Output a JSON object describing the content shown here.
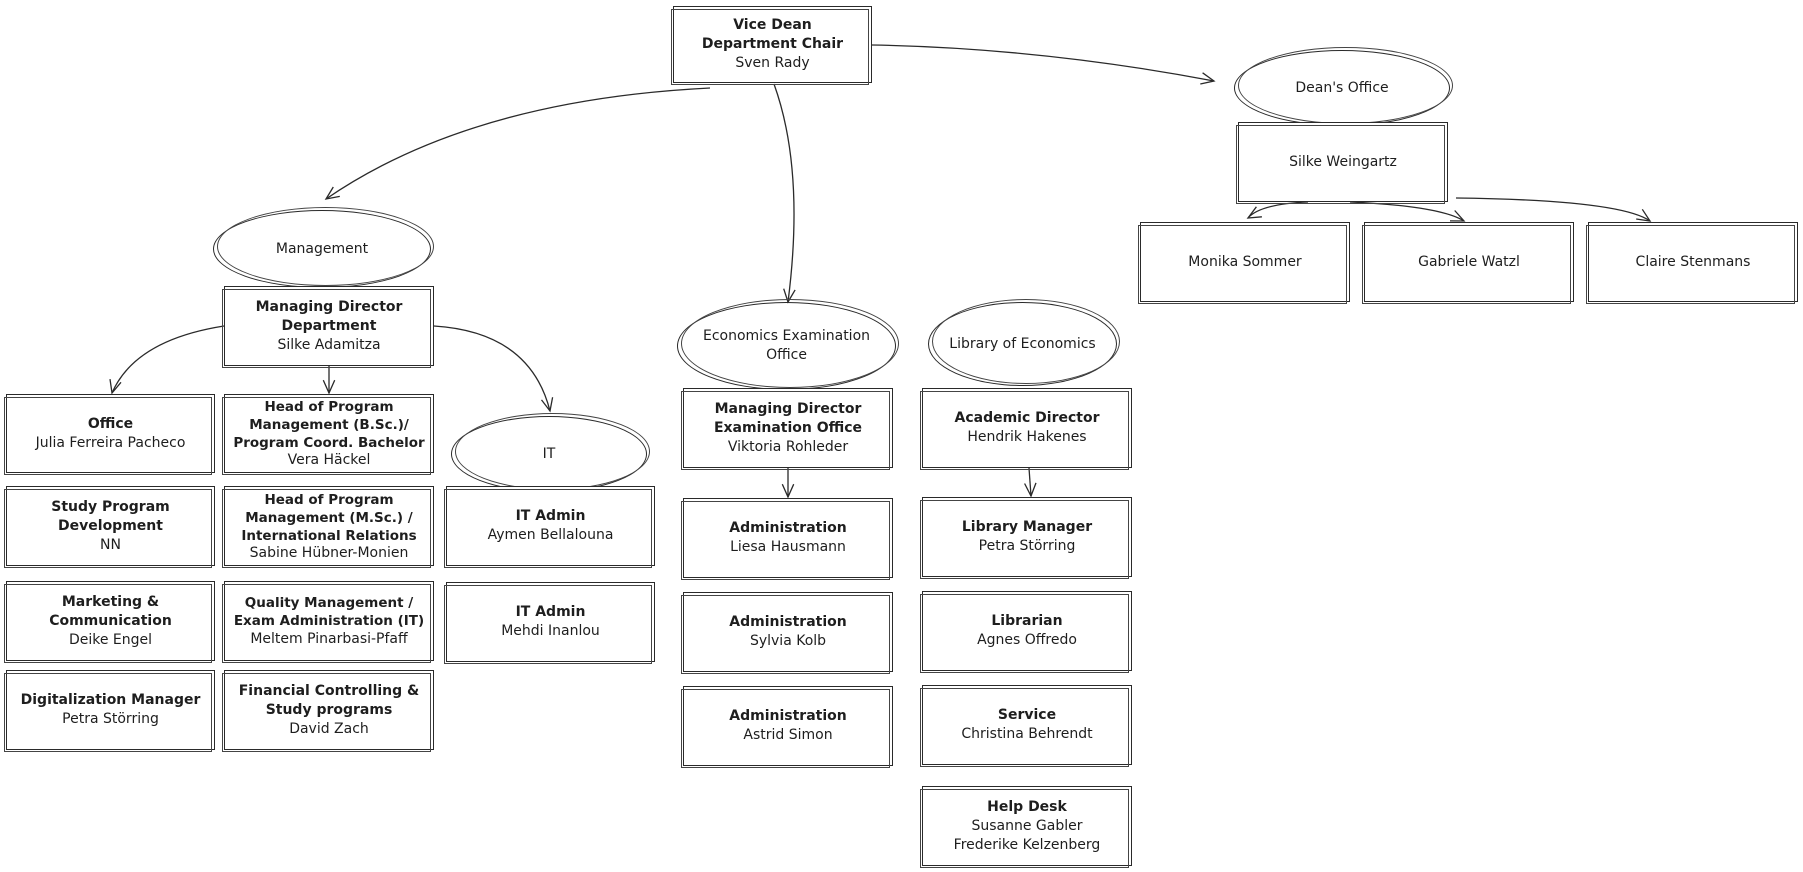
{
  "nodes": {
    "vice_dean": {
      "title": "Vice Dean\nDepartment Chair",
      "name": "Sven Rady"
    },
    "managing_director_department": {
      "title": "Managing Director\nDepartment",
      "name": "Silke Adamitza"
    },
    "office": {
      "title": "Office",
      "name": "Julia Ferreira Pacheco"
    },
    "head_program_bsc": {
      "title": "Head of Program\nManagement (B.Sc.)/\nProgram Coord. Bachelor",
      "name": "Vera Häckel"
    },
    "study_program_development": {
      "title": "Study Program\nDevelopment",
      "name": "NN"
    },
    "head_program_msc": {
      "title": "Head of Program\nManagement (M.Sc.) /\nInternational Relations",
      "name": "Sabine Hübner-Monien"
    },
    "marketing": {
      "title": "Marketing &\nCommunication",
      "name": "Deike Engel"
    },
    "quality_management": {
      "title": "Quality Management /\nExam Administration (IT)",
      "name": "Meltem Pinarbasi-Pfaff"
    },
    "digitalization_manager": {
      "title": "Digitalization Manager",
      "name": "Petra Störring"
    },
    "financial_controlling": {
      "title": "Financial Controlling &\nStudy programs",
      "name": "David Zach"
    },
    "it_admin_1": {
      "title": "IT Admin",
      "name": "Aymen Bellalouna"
    },
    "it_admin_2": {
      "title": "IT Admin",
      "name": "Mehdi Inanlou"
    },
    "md_examination_office": {
      "title": "Managing Director\nExamination Office",
      "name": "Viktoria Rohleder"
    },
    "administration_1": {
      "title": "Administration",
      "name": "Liesa Hausmann"
    },
    "administration_2": {
      "title": "Administration",
      "name": "Sylvia Kolb"
    },
    "administration_3": {
      "title": "Administration",
      "name": "Astrid Simon"
    },
    "academic_director": {
      "title": "Academic Director",
      "name": "Hendrik Hakenes"
    },
    "library_manager": {
      "title": "Library Manager",
      "name": "Petra Störring"
    },
    "librarian": {
      "title": "Librarian",
      "name": "Agnes Offredo"
    },
    "service": {
      "title": "Service",
      "name": "Christina Behrendt"
    },
    "help_desk": {
      "title": "Help Desk",
      "name": "Susanne Gabler\nFrederike Kelzenberg"
    },
    "silke_weingartz": {
      "name": "Silke Weingartz"
    },
    "monika_sommer": {
      "name": "Monika Sommer"
    },
    "gabriele_watzl": {
      "name": "Gabriele Watzl"
    },
    "claire_stenmans": {
      "name": "Claire Stenmans"
    }
  },
  "groups": {
    "management": "Management",
    "it": "IT",
    "economics_examination_office": "Economics Examination\nOffice",
    "library_of_economics": "Library of Economics",
    "deans_office": "Dean's Office"
  },
  "colors": {
    "stroke": "#2a2a2a",
    "background": "#ffffff",
    "text": "#1e1e1e"
  }
}
